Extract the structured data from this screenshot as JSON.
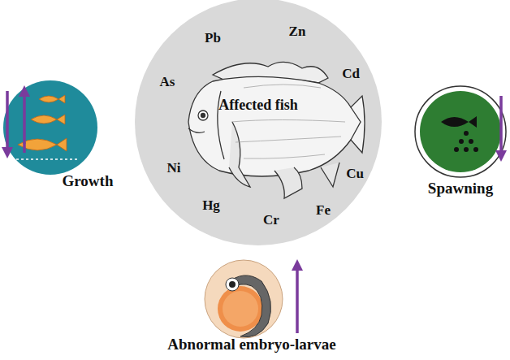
{
  "diagram": {
    "nodes": [
      {
        "text": [
          "Affected fish",
          "Pb",
          "Zn",
          "As",
          "Cd",
          "Ni",
          "Cu",
          "Hg",
          "Cr",
          "Fe"
        ]
      },
      {
        "text": [
          "Growth"
        ]
      },
      {
        "text": [
          "Spawning"
        ]
      },
      {
        "text": [
          "Abnormal embryo-larvae"
        ]
      }
    ]
  }
}
